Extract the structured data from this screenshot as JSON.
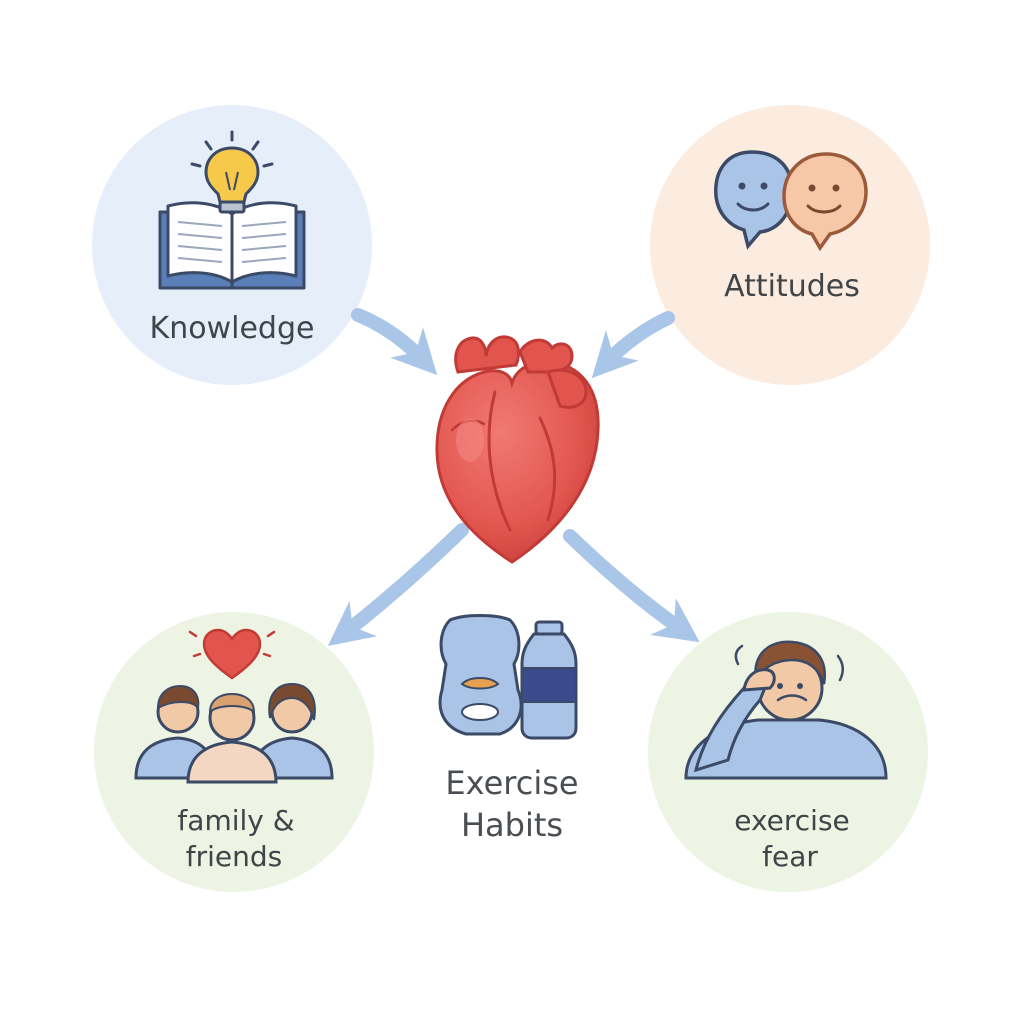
{
  "nodes": {
    "knowledge": {
      "label": "Knowledge",
      "fill": "#e6eff9"
    },
    "attitudes": {
      "label": "Attitudes",
      "fill": "#fcece0"
    },
    "family": {
      "label_line1": "family &",
      "label_line2": "friends",
      "fill": "#edf4e3"
    },
    "fear": {
      "label_line1": "exercise",
      "label_line2": "fear",
      "fill": "#edf4e3"
    }
  },
  "center": {
    "label_line1": "Exercise",
    "label_line2": "Habits"
  },
  "colors": {
    "arrow": "#a9c6e8",
    "heart": "#e2554f",
    "heart_dark": "#c23a36",
    "icon_blue": "#a9c4e6",
    "outline": "#3b4a66",
    "skin": "#f2c9a6",
    "hair": "#7a4a30"
  }
}
